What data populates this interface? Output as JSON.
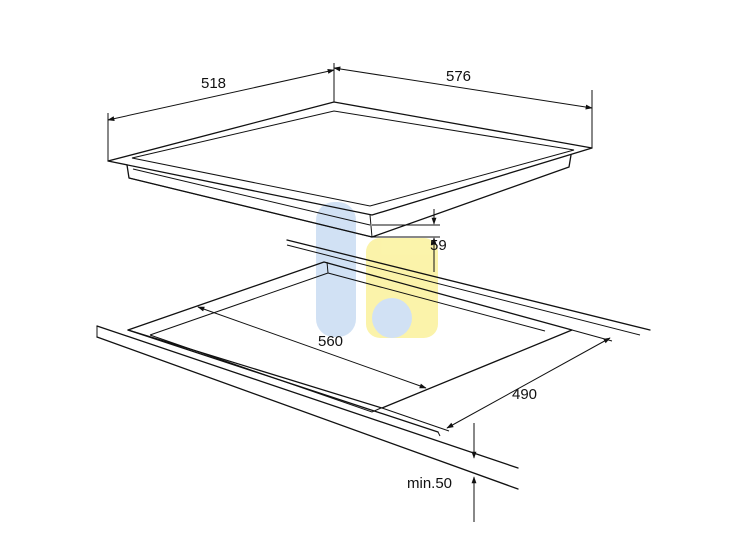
{
  "diagram": {
    "dimensions": {
      "hob_depth": "518",
      "hob_width": "576",
      "hob_height": "59",
      "cutout_width": "560",
      "cutout_depth": "490",
      "min_counter_thickness": "min.50"
    },
    "watermark": {
      "colors": {
        "blue": "#cfe0f4",
        "yellow": "#fbf3a6"
      }
    },
    "colors": {
      "line": "#111111",
      "background": "#ffffff"
    }
  }
}
